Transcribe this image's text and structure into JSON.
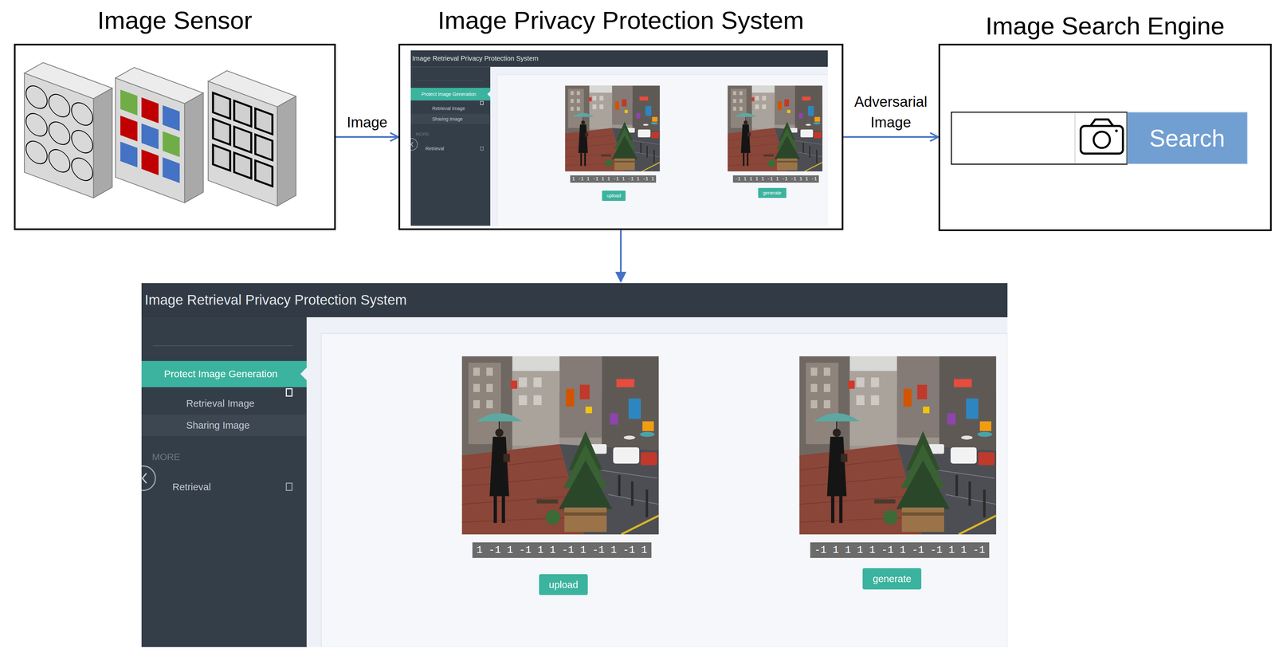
{
  "diagram": {
    "nodes": [
      {
        "text": [
          "Image Sensor"
        ]
      },
      {
        "text": [
          "Image Privacy Protection System"
        ]
      },
      {
        "text": [
          "Image Retrieval Privacy Protection System"
        ],
        "in": 1
      },
      {
        "text": [
          "Protect Image Generation"
        ],
        "in": 2
      },
      {
        "text": [
          "1 -1 1 -1 1 1 -1 1 -1 1 -1 1"
        ],
        "in": 2
      },
      {
        "text": [
          "upload"
        ],
        "in": 2
      },
      {
        "text": [
          "-1 1 1 1 1 -1 1 -1 -1 1 1 -1"
        ],
        "in": 2
      },
      {
        "text": [
          "generate"
        ],
        "in": 2
      },
      {
        "text": [
          "Image Search Engine"
        ]
      },
      {
        "text": [
          "Search"
        ],
        "in": 8
      },
      {
        "text": [
          "Image Retrieval Privacy Protection System"
        ]
      },
      {
        "text": [
          "Protect Image Generation"
        ],
        "in": 10
      },
      {
        "text": [
          "1 -1 1 -1 1 1 -1 1 -1 1 -1 1"
        ],
        "in": 10
      },
      {
        "text": [
          "upload"
        ],
        "in": 10
      },
      {
        "text": [
          "-1 1 1 1 1 -1 1 -1 -1 1 1 -1"
        ],
        "in": 10
      },
      {
        "text": [
          "generate"
        ],
        "in": 10
      }
    ],
    "edges": [
      {
        "from": 0,
        "to": 1,
        "arrow": "to",
        "label": "Image"
      },
      {
        "from": 1,
        "to": 8,
        "arrow": "to",
        "label": "Adversarial Image"
      },
      {
        "from": 1,
        "to": 10,
        "arrow": "to"
      }
    ],
    "labels": [
      "Retrieval Image",
      "Sharing Image",
      "MORE",
      "Retrieval",
      "Retrieval Image",
      "Sharing Image",
      "MORE",
      "Retrieval"
    ]
  }
}
